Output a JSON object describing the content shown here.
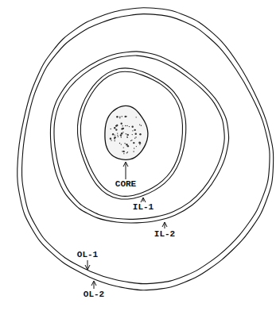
{
  "diagram": {
    "labels": [
      "CORE",
      "IL-1",
      "IL-2",
      "OL-1",
      "OL-2"
    ]
  }
}
